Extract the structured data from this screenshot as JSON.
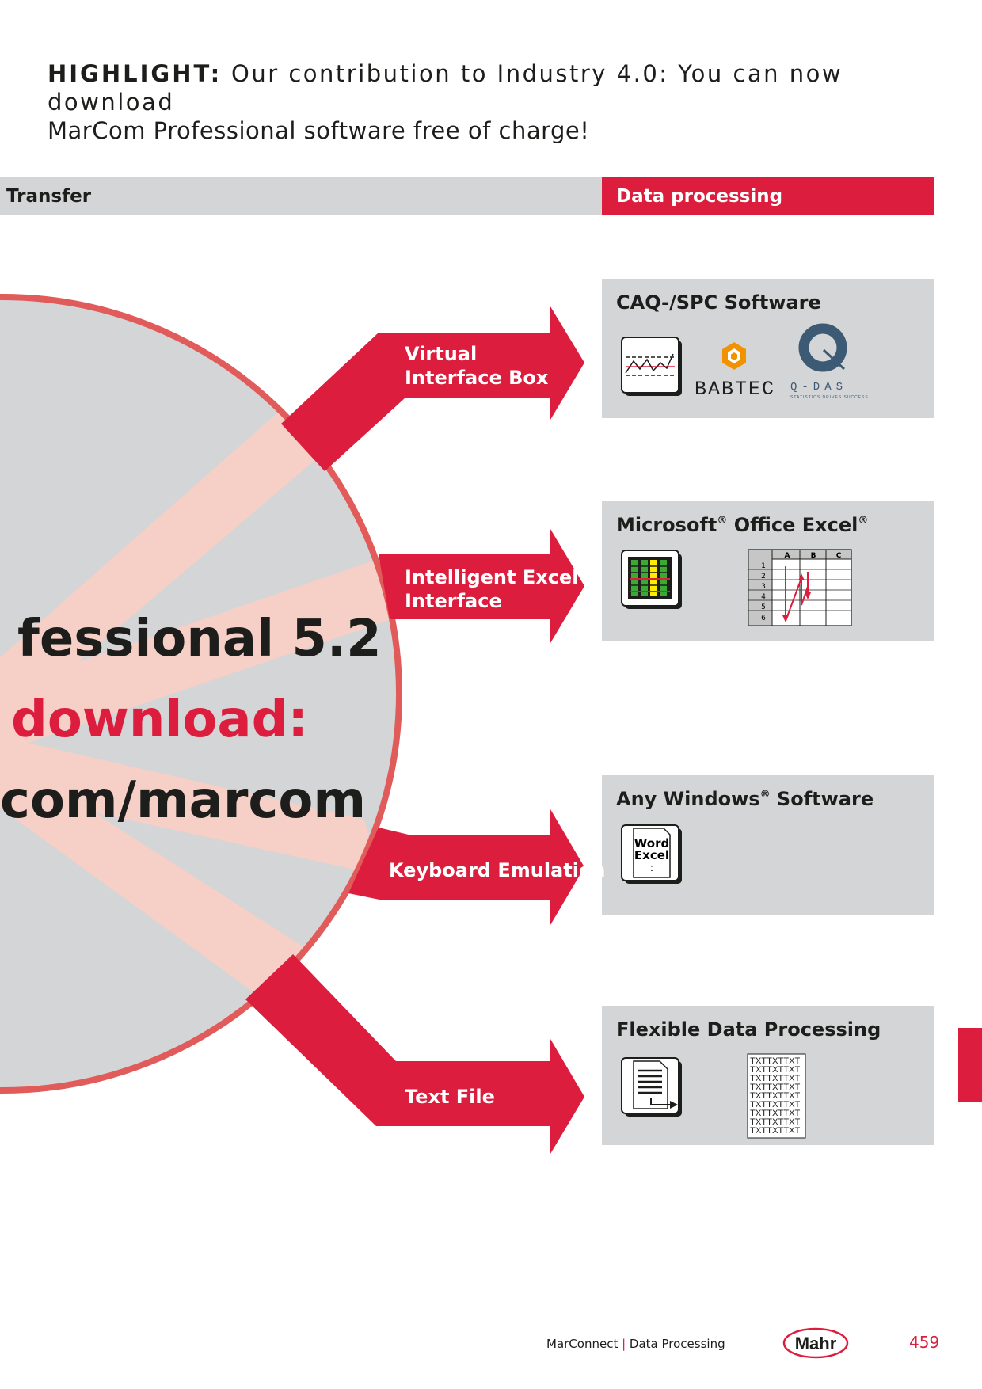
{
  "header": {
    "highlight_label": "HIGHLIGHT:",
    "highlight_line1": " Our contribution to Industry 4.0: You can now download",
    "highlight_line2": "MarCom Professional software free of charge!"
  },
  "sections": {
    "transfer": "Transfer",
    "data_processing": "Data processing"
  },
  "circle_text": {
    "line1": "fessional 5.2",
    "line2": "download:",
    "line3": "com/marcom"
  },
  "arrows": [
    {
      "line1": "Virtual",
      "line2": "Interface Box"
    },
    {
      "line1": "Intelligent Excel",
      "line2": "Interface"
    },
    {
      "line1": "Keyboard Emulation"
    },
    {
      "line1": "Text File"
    }
  ],
  "boxes": [
    {
      "title": "CAQ-/SPC Software",
      "logos": [
        "BABTEC",
        "Q-DAS",
        "STATISTICS DRIVES SUCCESS"
      ]
    },
    {
      "title_part1": "Microsoft",
      "title_part2": " Office Excel",
      "reg": "®",
      "columns": [
        "A",
        "B",
        "C"
      ],
      "rows": [
        "1",
        "2",
        "3",
        "4",
        "5",
        "6"
      ]
    },
    {
      "title_part1": "Any Windows",
      "title_part2": " Software",
      "reg": "®",
      "icon_lines": [
        "Word",
        "Excel",
        ":"
      ]
    },
    {
      "title": "Flexible Data Processing",
      "txt_line": "TXTTXTTXT"
    }
  ],
  "footer": {
    "left": "MarConnect",
    "sep": " | ",
    "right": "Data Processing",
    "logo": "Mahr",
    "page": "459"
  },
  "colors": {
    "red": "#dd1d3d",
    "grey": "#d4d5d7",
    "pink": "#f6cfc6",
    "ring": "#e15b5a"
  }
}
